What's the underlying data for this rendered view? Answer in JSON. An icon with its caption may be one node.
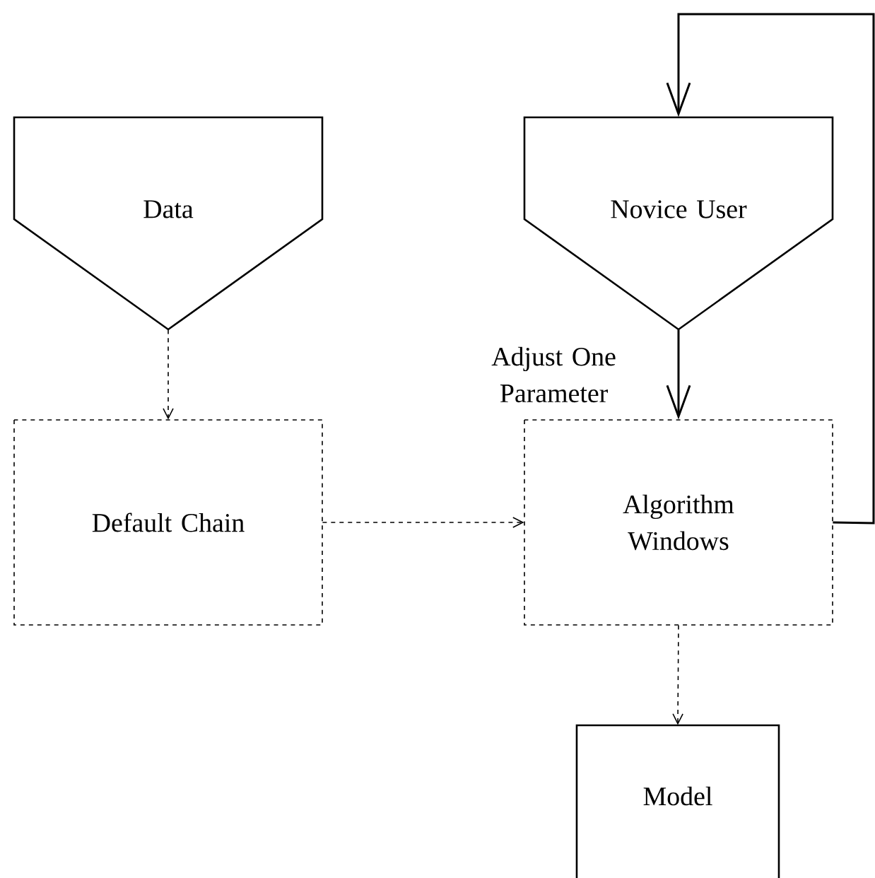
{
  "diagram": {
    "nodes": [
      {
        "text": [
          "Data"
        ]
      },
      {
        "text": [
          "Novice User"
        ]
      },
      {
        "text": [
          "Default Chain"
        ]
      },
      {
        "text": [
          "Algorithm Windows"
        ]
      },
      {
        "text": [
          "Model"
        ]
      }
    ],
    "edges": [
      {
        "from": 0,
        "to": 2,
        "arrow": "to",
        "style": "dashed"
      },
      {
        "from": 2,
        "to": 3,
        "arrow": "to",
        "style": "dashed"
      },
      {
        "from": 1,
        "to": 3,
        "arrow": "to",
        "label": "Adjust One Parameter"
      },
      {
        "from": 3,
        "to": 4,
        "arrow": "to",
        "style": "dashed"
      },
      {
        "from": 3,
        "to": 1,
        "arrow": "to"
      }
    ]
  }
}
